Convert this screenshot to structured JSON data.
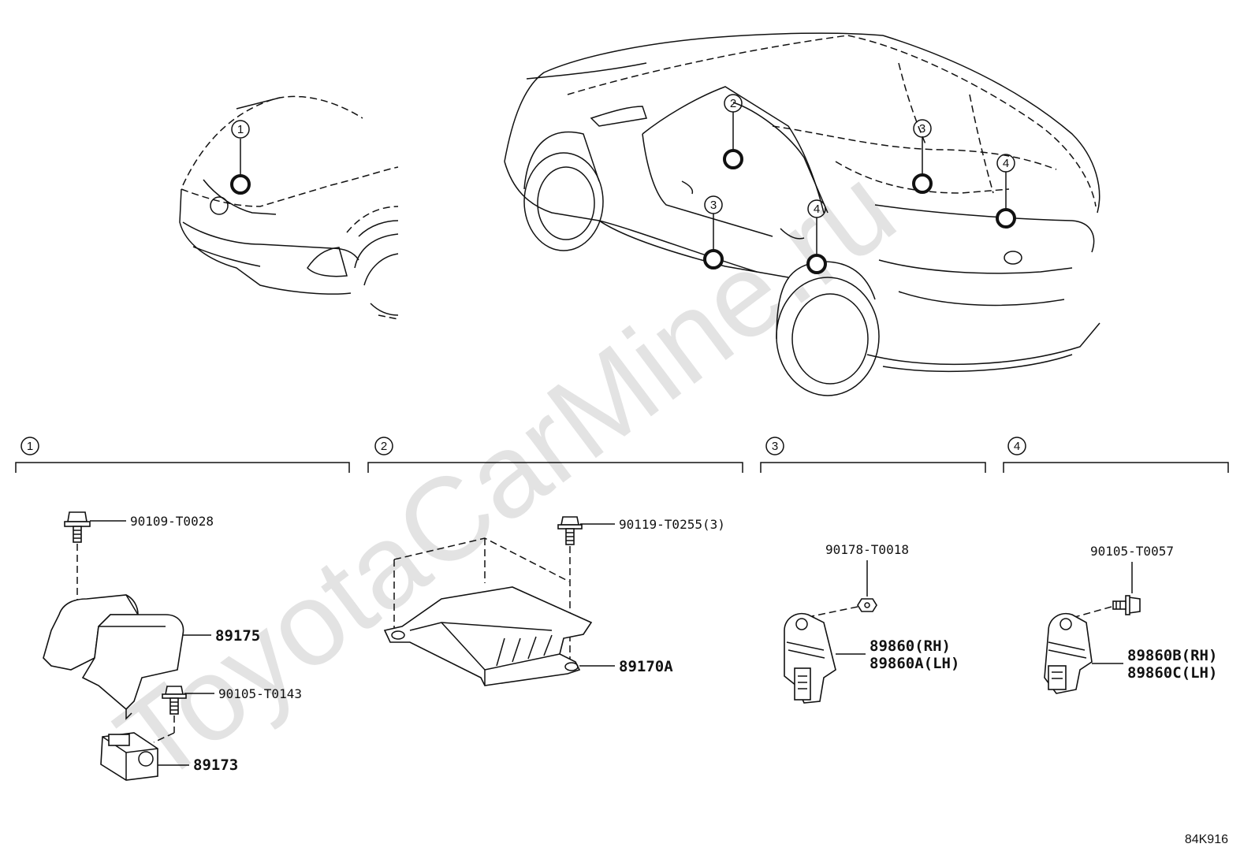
{
  "watermark": "ToyotaCarMine.ru",
  "diagram_code": "84K916",
  "locator_numbers": [
    "1",
    "2",
    "3",
    "3",
    "4",
    "4"
  ],
  "sections": [
    {
      "number": "1"
    },
    {
      "number": "2"
    },
    {
      "number": "3"
    },
    {
      "number": "4"
    }
  ],
  "parts": {
    "p90109": "90109-T0028",
    "p89175": "89175",
    "p90105a": "90105-T0143",
    "p89173": "89173",
    "p90119": "90119-T0255(3)",
    "p89170a": "89170A",
    "p90178": "90178-T0018",
    "p89860rh": "89860(RH)",
    "p89860alh": "89860A(LH)",
    "p90105b": "90105-T0057",
    "p89860brh": "89860B(RH)",
    "p89860clh": "89860C(LH)"
  }
}
